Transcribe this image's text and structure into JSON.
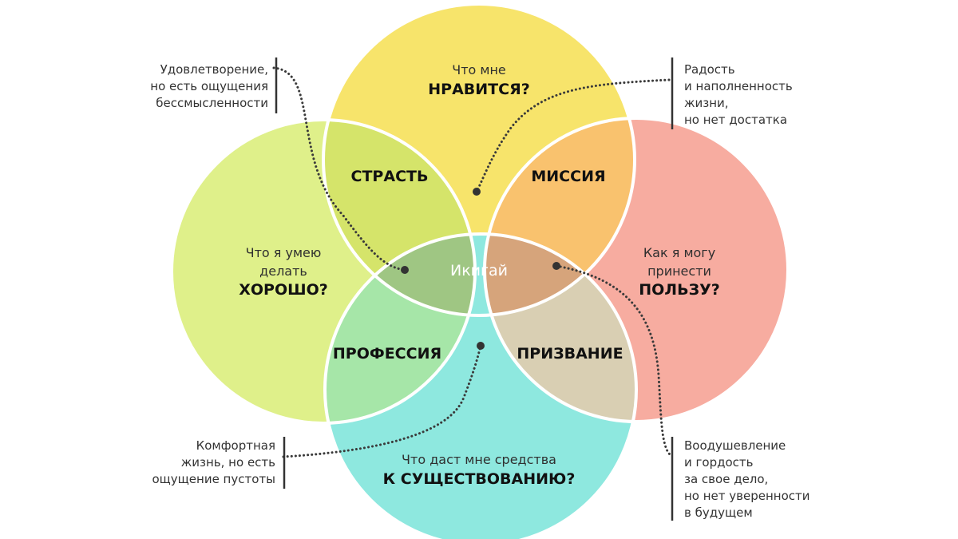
{
  "circles": {
    "top": {
      "line1": "Что мне",
      "line2": "НРАВИТСЯ?",
      "color": "#f7e46b"
    },
    "left": {
      "line1": "Что я умею",
      "line2": "делать",
      "line3": "ХОРОШО?",
      "color": "#dff08a"
    },
    "right": {
      "line1": "Как я могу",
      "line2": "принести",
      "line3": "ПОЛЬЗУ?",
      "color": "#f7aca0"
    },
    "bottom": {
      "line1": "Что даст мне средства",
      "line2": "К СУЩЕСТВОВАНИЮ?",
      "color": "#8ee8df"
    }
  },
  "regions": {
    "passion": "СТРАСТЬ",
    "mission": "МИССИЯ",
    "profession": "ПРОФЕССИЯ",
    "vocation": "ПРИЗВАНИЕ",
    "center": "Икигай"
  },
  "region_colors": {
    "passion": "#d5e46a",
    "mission": "#f9c26e",
    "profession": "#a6e6a8",
    "vocation": "#d9cfb3",
    "top_small": "#c9b886",
    "left_small": "#9fc683",
    "right_small": "#d6a47b",
    "bottom_small": "#9fbf88",
    "center": "#6a7e57"
  },
  "annotations": {
    "top_left": [
      "Удовлетворение,",
      "но есть ощущения",
      "бессмысленности"
    ],
    "top_right": [
      "Радость",
      "и наполненность",
      "жизни,",
      "но нет достатка"
    ],
    "bottom_left": [
      "Комфортная",
      "жизнь, но есть",
      "ощущение пустоты"
    ],
    "bottom_right": [
      "Воодушевление",
      "и гордость",
      "за свое дело,",
      "но нет уверенности",
      "в будущем"
    ]
  }
}
